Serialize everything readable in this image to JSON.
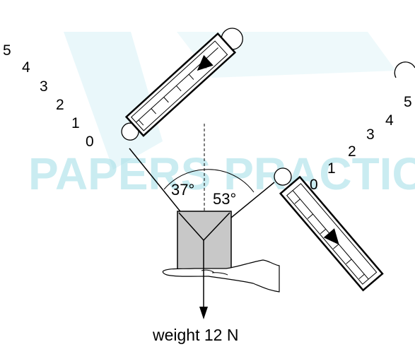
{
  "watermark": {
    "text": "PAPERS PRACTICE",
    "color": "#9fdde6"
  },
  "left_meter": {
    "scale": [
      "0",
      "1",
      "2",
      "3",
      "4",
      "5"
    ]
  },
  "right_meter": {
    "scale": [
      "0",
      "1",
      "2",
      "3",
      "4",
      "5"
    ]
  },
  "angles": {
    "left": "37°",
    "right": "53°"
  },
  "weight_label": "weight 12 N",
  "colors": {
    "block": "#c8c8c8",
    "line": "#000000"
  }
}
